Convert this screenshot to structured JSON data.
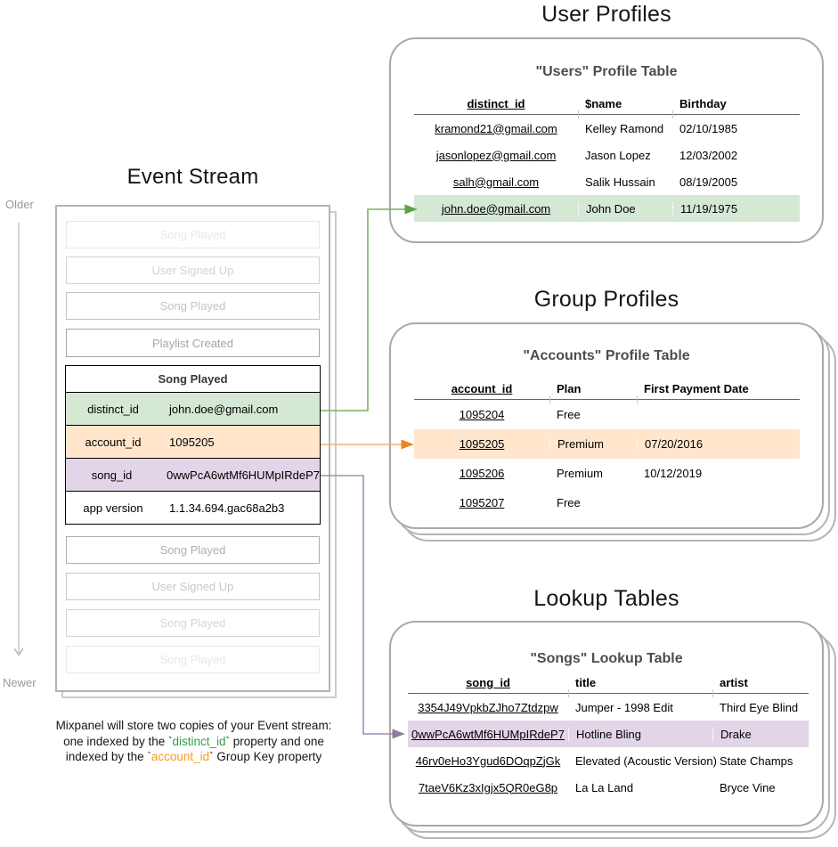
{
  "colors": {
    "green_fill": "#d5e8d4",
    "green_stroke": "#7fae65",
    "green_head": "#61a047",
    "orange_fill": "#ffe6cc",
    "orange_stroke": "#edb077",
    "orange_head": "#f0861c",
    "purple_fill": "#e1d5e7",
    "purple_stroke": "#a18fb4",
    "purple_head": "#8d7ba0",
    "caption_green": "#2f9e49",
    "caption_orange": "#f59b22"
  },
  "event_stream": {
    "title": "Event Stream",
    "older_label": "Older",
    "newer_label": "Newer",
    "events_before": [
      "Song Played",
      "User Signed Up",
      "Song Played",
      "Playlist Created"
    ],
    "expanded_event": {
      "name": "Song Played",
      "properties": [
        {
          "key": "distinct_id",
          "value": "john.doe@gmail.com",
          "highlight": "green"
        },
        {
          "key": "account_id",
          "value": "1095205",
          "highlight": "orange"
        },
        {
          "key": "song_id",
          "value": "0wwPcA6wtMf6HUMpIRdeP7",
          "highlight": "purple"
        },
        {
          "key": "app version",
          "value": "1.1.34.694.gac68a2b3",
          "highlight": "none"
        }
      ]
    },
    "events_after": [
      "Song Played",
      "User Signed Up",
      "Song Played",
      "Song Played"
    ]
  },
  "caption": {
    "line1": "Mixpanel will store two copies of your Event stream:",
    "line2_pre": "one indexed by the `",
    "line2_code": "distinct_id",
    "line2_post": "` property and one",
    "line3_pre": "indexed by the `",
    "line3_code": "account_id",
    "line3_post": "` Group Key property"
  },
  "user_profiles": {
    "section_title": "User Profiles",
    "table_title": "\"Users\" Profile Table",
    "columns": [
      "distinct_id",
      "$name",
      "Birthday"
    ],
    "rows": [
      {
        "id": "kramond21@gmail.com",
        "name": "Kelley Ramond",
        "birthday": "02/10/1985"
      },
      {
        "id": "jasonlopez@gmail.com",
        "name": "Jason Lopez",
        "birthday": "12/03/2002"
      },
      {
        "id": "salh@gmail.com",
        "name": "Salik Hussain",
        "birthday": "08/19/2005"
      },
      {
        "id": "john.doe@gmail.com",
        "name": "John Doe",
        "birthday": "11/19/1975"
      }
    ]
  },
  "group_profiles": {
    "section_title": "Group Profiles",
    "table_title": "\"Accounts\" Profile Table",
    "columns": [
      "account_id",
      "Plan",
      "First Payment Date"
    ],
    "rows": [
      {
        "id": "1095204",
        "plan": "Free",
        "first_payment": ""
      },
      {
        "id": "1095205",
        "plan": "Premium",
        "first_payment": "07/20/2016"
      },
      {
        "id": "1095206",
        "plan": "Premium",
        "first_payment": "10/12/2019"
      },
      {
        "id": "1095207",
        "plan": "Free",
        "first_payment": ""
      }
    ]
  },
  "lookup_tables": {
    "section_title": "Lookup Tables",
    "table_title": "\"Songs\" Lookup Table",
    "columns": [
      "song_id",
      "title",
      "artist"
    ],
    "rows": [
      {
        "id": "3354J49VpkbZJho7Ztdzpw",
        "title": "Jumper - 1998 Edit",
        "artist": "Third Eye Blind"
      },
      {
        "id": "0wwPcA6wtMf6HUMpIRdeP7",
        "title": "Hotline Bling",
        "artist": "Drake"
      },
      {
        "id": "46rv0eHo3Ygud6DOqpZjGk",
        "title": "Elevated (Acoustic Version)",
        "artist": "State Champs"
      },
      {
        "id": "7taeV6Kz3xIgjx5QR0eG8p",
        "title": "La La Land",
        "artist": "Bryce Vine"
      }
    ]
  }
}
